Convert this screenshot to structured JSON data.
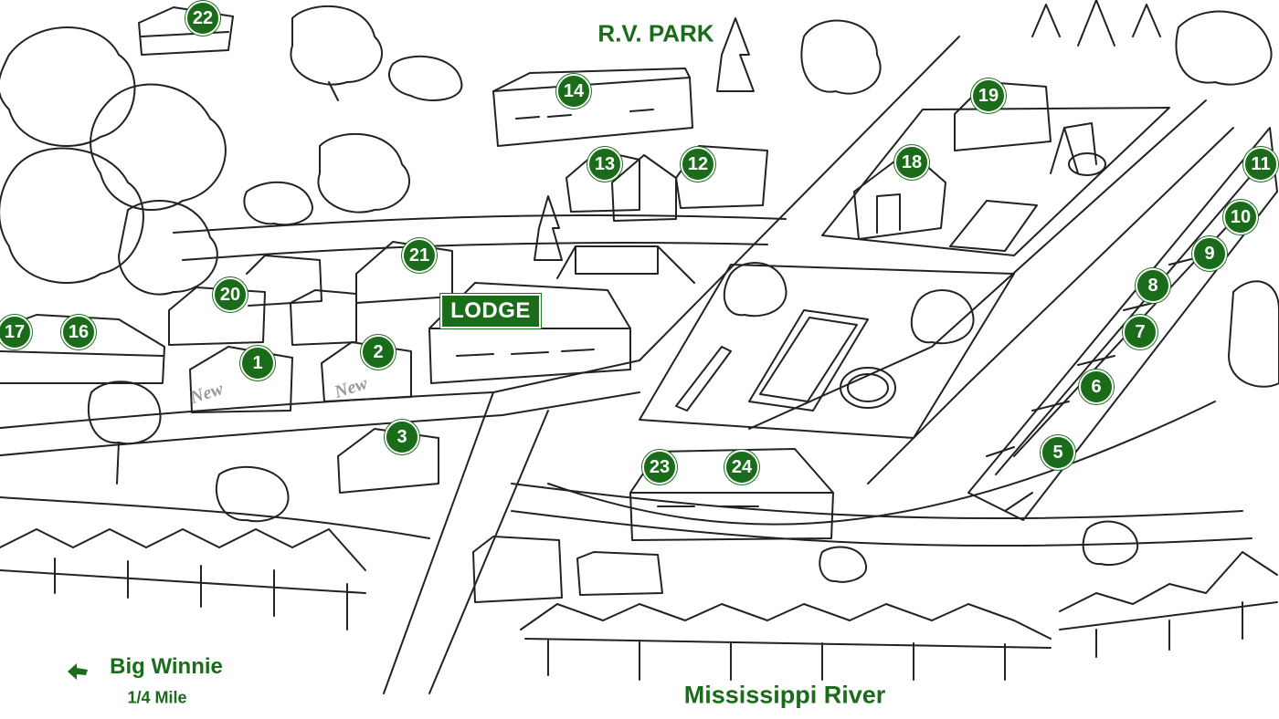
{
  "labels": {
    "rv_park": "R.V. PARK",
    "lodge": "LODGE",
    "big_winnie": "Big Winnie",
    "big_winnie_distance": "1/4 Mile",
    "river": "Mississippi River",
    "new_1": "New",
    "new_2": "New"
  },
  "cabins": [
    "1",
    "2",
    "3",
    "5",
    "6",
    "7",
    "8",
    "9",
    "10",
    "11",
    "12",
    "13",
    "14",
    "16",
    "17",
    "18",
    "19",
    "20",
    "21",
    "22",
    "23",
    "24"
  ],
  "icons": {
    "direction": "arrow-left-icon"
  },
  "colors": {
    "marker": "#1a6b1a",
    "label": "#1a6b1a",
    "sketch": "#222222"
  }
}
